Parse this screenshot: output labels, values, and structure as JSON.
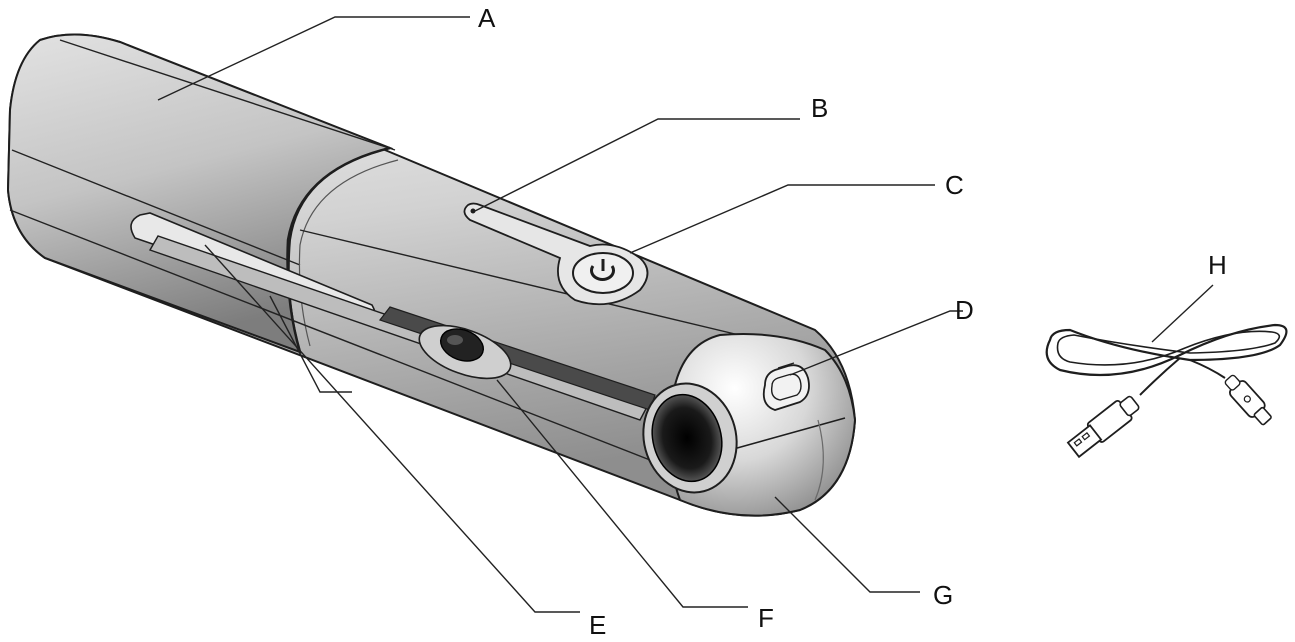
{
  "labels": {
    "a": "A",
    "b": "B",
    "c": "C",
    "d": "D",
    "e": "E",
    "f": "F",
    "g": "G",
    "h": "H"
  },
  "colors": {
    "background": "#ffffff",
    "device_body": "#d4d4d4",
    "device_shadow": "#8c8c8c",
    "outline": "#1e1e1e",
    "leader_lines": "#222222"
  },
  "icons": [
    "power-icon",
    "usb-port-icon",
    "usb-cable-icon"
  ]
}
